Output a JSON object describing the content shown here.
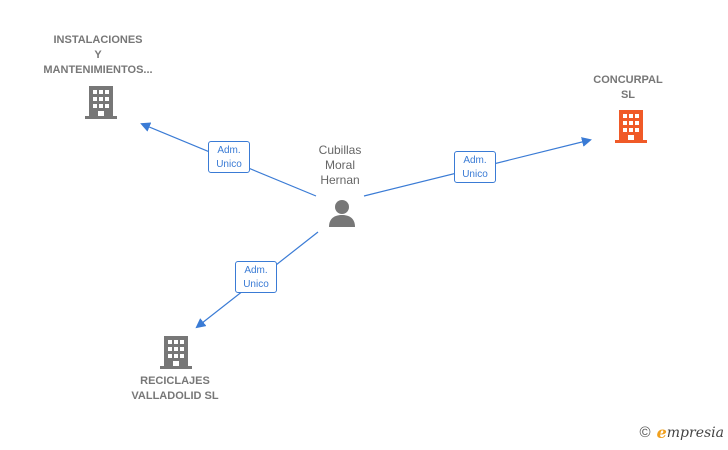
{
  "colors": {
    "edge": "#3a7bd5",
    "building_gray": "#777777",
    "building_highlight": "#f05a28",
    "person": "#777777"
  },
  "person": {
    "name_lines": [
      "Cubillas",
      "Moral",
      "Hernan"
    ],
    "icon": "person-icon"
  },
  "companies": [
    {
      "id": "instalaciones",
      "name_lines": [
        "INSTALACIONES",
        "Y",
        "MANTENIMIENTOS..."
      ],
      "icon": "building-icon"
    },
    {
      "id": "concurpal",
      "name_lines": [
        "CONCURPAL",
        "SL"
      ],
      "icon": "building-icon",
      "highlight": true
    },
    {
      "id": "reciclajes",
      "name_lines": [
        "RECICLAJES",
        "VALLADOLID SL"
      ],
      "icon": "building-icon"
    }
  ],
  "edges": [
    {
      "to": "instalaciones",
      "label_lines": [
        "Adm.",
        "Unico"
      ]
    },
    {
      "to": "concurpal",
      "label_lines": [
        "Adm.",
        "Unico"
      ]
    },
    {
      "to": "reciclajes",
      "label_lines": [
        "Adm.",
        "Unico"
      ]
    }
  ],
  "brand": {
    "copyright": "©",
    "initial": "e",
    "rest": "mpresia"
  }
}
